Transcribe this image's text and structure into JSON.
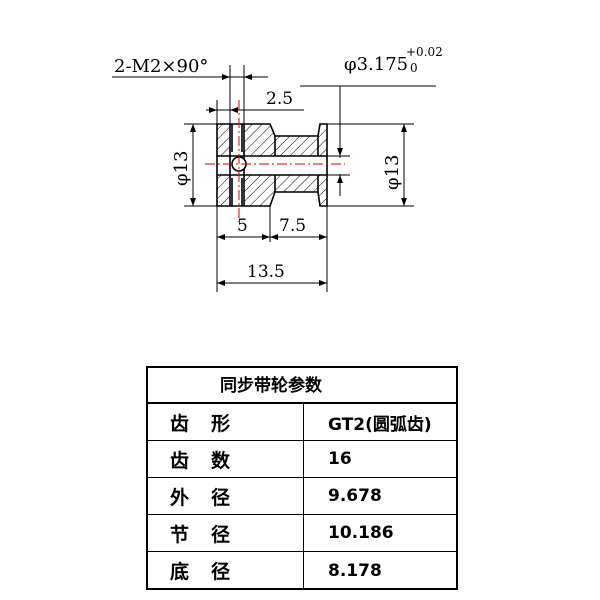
{
  "drawing": {
    "thread_note": "2-M2×90°",
    "bore_dia": "φ3.175",
    "bore_tol_upper": "+0.02",
    "bore_tol_lower": "0",
    "dim_width_2_5": "2.5",
    "dim_dia_left": "φ13",
    "dim_dia_right": "φ13",
    "dim_5": "5",
    "dim_7_5": "7.5",
    "dim_13_5": "13.5",
    "colors": {
      "line": "#000000",
      "centerline": "#e00000",
      "hatch": "#000000"
    }
  },
  "table": {
    "title": "同步带轮参数",
    "rows": [
      {
        "key": "齿形",
        "value": "GT2(圆弧齿)"
      },
      {
        "key": "齿数",
        "value": "16"
      },
      {
        "key": "外径",
        "value": "9.678"
      },
      {
        "key": "节径",
        "value": "10.186"
      },
      {
        "key": "底径",
        "value": "8.178"
      }
    ]
  }
}
